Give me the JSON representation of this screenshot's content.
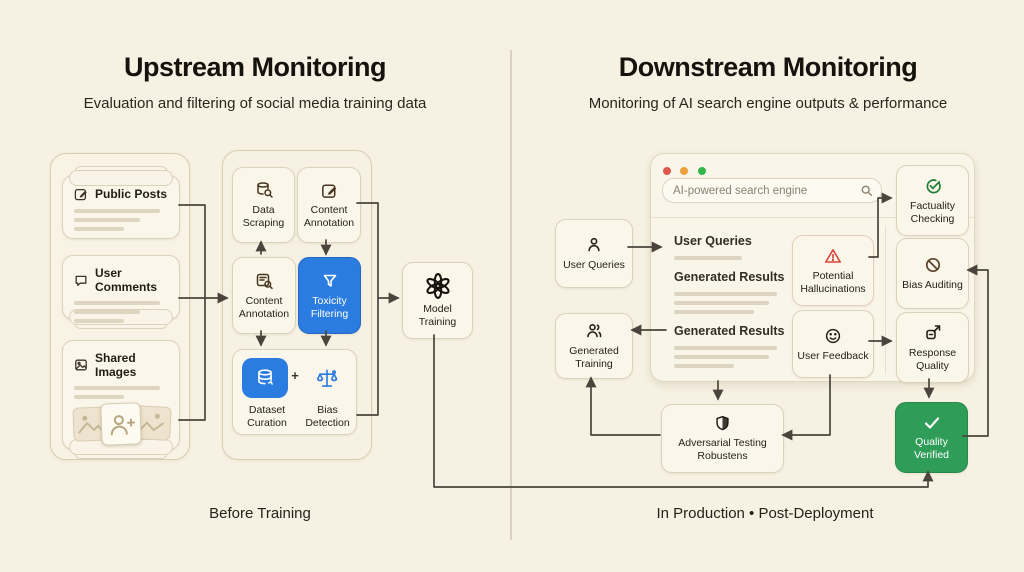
{
  "left": {
    "title": "Upstream Monitoring",
    "subtitle": "Evaluation and filtering of social media training data",
    "footer": "Before Training",
    "sources": [
      {
        "label": "Public Posts"
      },
      {
        "label": "User Comments"
      },
      {
        "label": "Shared Images"
      }
    ],
    "boxes": {
      "data_scraping": "Data Scraping",
      "content_annotation_top": "Content Annotation",
      "content_annotation_mid": "Content Annotation",
      "toxicity_filtering": "Toxicity Filtering",
      "dataset_curation": "Dataset Curation",
      "plus": "+",
      "bias_detection": "Bias Detection",
      "model_training": "Model Training"
    }
  },
  "right": {
    "title": "Downstream Monitoring",
    "subtitle": "Monitoring of AI search engine outputs & performance",
    "footer": "In Production • Post-Deployment",
    "boxes": {
      "user_queries": "User Queries",
      "generated_training": "Generated Training",
      "potential_hallucinations": "Potential Hallucinations",
      "user_feedback": "User Feedback",
      "factuality_checking": "Factuality Checking",
      "bias_auditing": "Bias Auditing",
      "response_quality": "Response Quality",
      "quality_verified": "Quality Verified",
      "adversarial_testing": "Adversarial Testing Robustens"
    },
    "browser": {
      "search_text": "AI-powered search engine",
      "sections": [
        {
          "heading": "User Queries"
        },
        {
          "heading": "Generated Results"
        },
        {
          "heading": "Generated Results"
        }
      ]
    }
  },
  "colors": {
    "background": "#f6f1e2",
    "accent_blue": "#2b7ce0",
    "accent_green": "#2f9d57",
    "warning_red": "#d8453a",
    "connector": "#4a443c"
  }
}
